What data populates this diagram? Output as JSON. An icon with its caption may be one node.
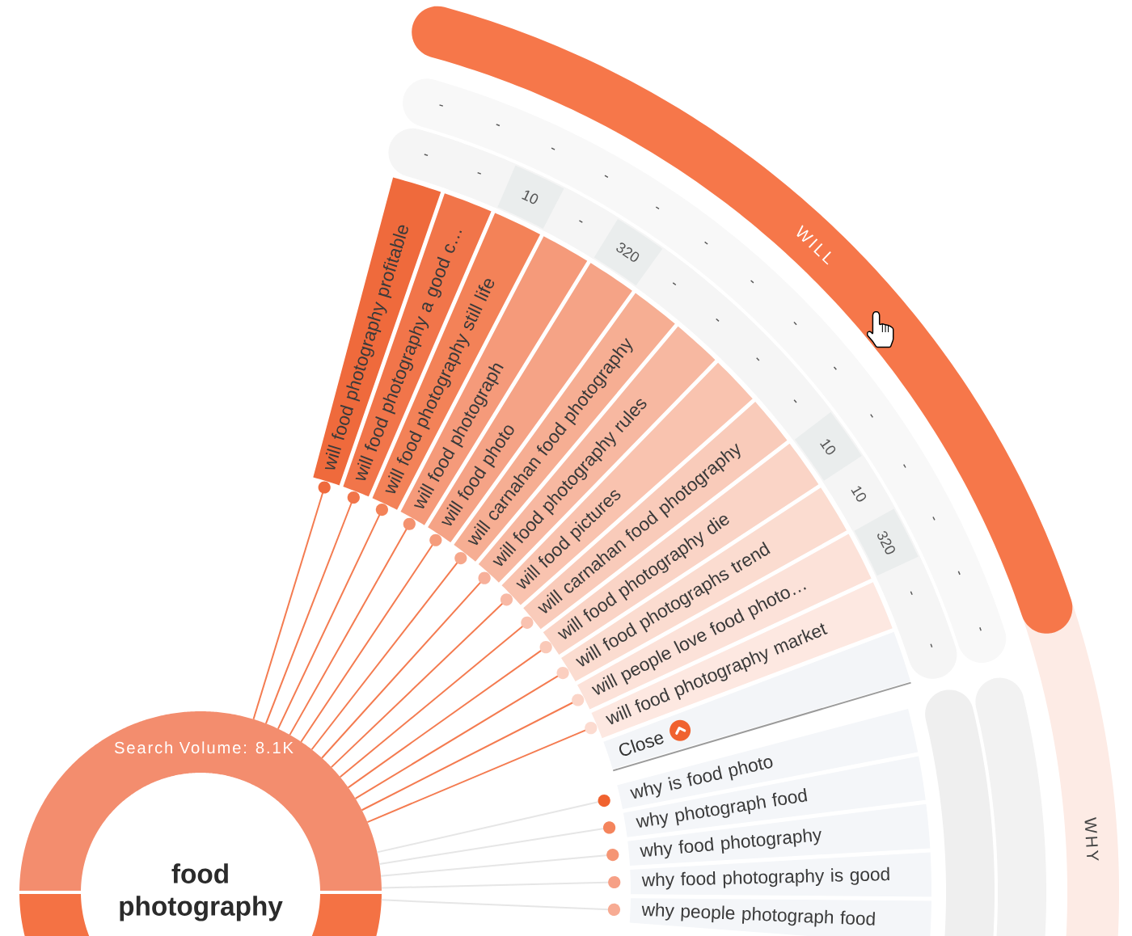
{
  "diagram": {
    "nodes": [
      {
        "text": [
          "Search Volume: 8.1K",
          "food photography"
        ]
      },
      {
        "text": [
          "WILL"
        ]
      },
      {
        "text": [
          "will food photography profitable"
        ]
      },
      {
        "text": [
          "will food photography a good c…"
        ]
      },
      {
        "text": [
          "will food photography still life"
        ]
      },
      {
        "text": [
          "will food photograph"
        ]
      },
      {
        "text": [
          "will food photo"
        ]
      },
      {
        "text": [
          "will carnahan food photography"
        ]
      },
      {
        "text": [
          "will food photography rules"
        ]
      },
      {
        "text": [
          "will food pictures"
        ]
      },
      {
        "text": [
          "will carnahan food photography"
        ]
      },
      {
        "text": [
          "will food photography die"
        ]
      },
      {
        "text": [
          "will food photographs trend"
        ]
      },
      {
        "text": [
          "will people love food photo…"
        ]
      },
      {
        "text": [
          "will food photography market"
        ]
      },
      {
        "text": [
          "Close"
        ]
      },
      {
        "text": [
          "WHY"
        ]
      },
      {
        "text": [
          "why is food photo"
        ]
      },
      {
        "text": [
          "why photograph food"
        ]
      },
      {
        "text": [
          "why food photography"
        ]
      },
      {
        "text": [
          "why food photography is good"
        ]
      },
      {
        "text": [
          "why people photograph food"
        ]
      },
      {
        "text": [],
        "shape": "bar"
      },
      {
        "text": [],
        "shape": "bar"
      }
    ],
    "edges": [
      {
        "from": 0,
        "to": 2,
        "arrow": "other"
      },
      {
        "from": 0,
        "to": 3,
        "arrow": "other"
      },
      {
        "from": 0,
        "to": 4,
        "arrow": "other"
      },
      {
        "from": 0,
        "to": 5,
        "arrow": "other"
      },
      {
        "from": 0,
        "to": 6,
        "arrow": "other"
      },
      {
        "from": 0,
        "to": 7,
        "arrow": "other"
      },
      {
        "from": 0,
        "to": 8,
        "arrow": "other"
      },
      {
        "from": 0,
        "to": 9,
        "arrow": "other"
      },
      {
        "from": 0,
        "to": 10,
        "arrow": "other"
      },
      {
        "from": 0,
        "to": 11,
        "arrow": "other"
      },
      {
        "from": 0,
        "to": 12,
        "arrow": "other"
      },
      {
        "from": 0,
        "to": 13,
        "arrow": "other"
      },
      {
        "from": 0,
        "to": 14,
        "arrow": "other"
      },
      {
        "from": 0,
        "to": 17,
        "arrow": "other",
        "color": "#e6e6e6"
      },
      {
        "from": 0,
        "to": 18,
        "arrow": "other",
        "color": "#e6e6e6"
      },
      {
        "from": 0,
        "to": 19,
        "arrow": "other",
        "color": "#e6e6e6"
      },
      {
        "from": 0,
        "to": 20,
        "arrow": "other",
        "color": "#e6e6e6"
      },
      {
        "from": 0,
        "to": 21,
        "arrow": "other",
        "color": "#e6e6e6"
      }
    ],
    "labels": [
      "-",
      "-",
      "10",
      "-",
      "320",
      "-",
      "-",
      "-",
      "-",
      "10",
      "10",
      "320",
      "-",
      "-",
      "-",
      "-",
      "-",
      "-",
      "-",
      "-",
      "-",
      "-",
      "-",
      "-",
      "-",
      "-",
      "-",
      "-"
    ]
  }
}
